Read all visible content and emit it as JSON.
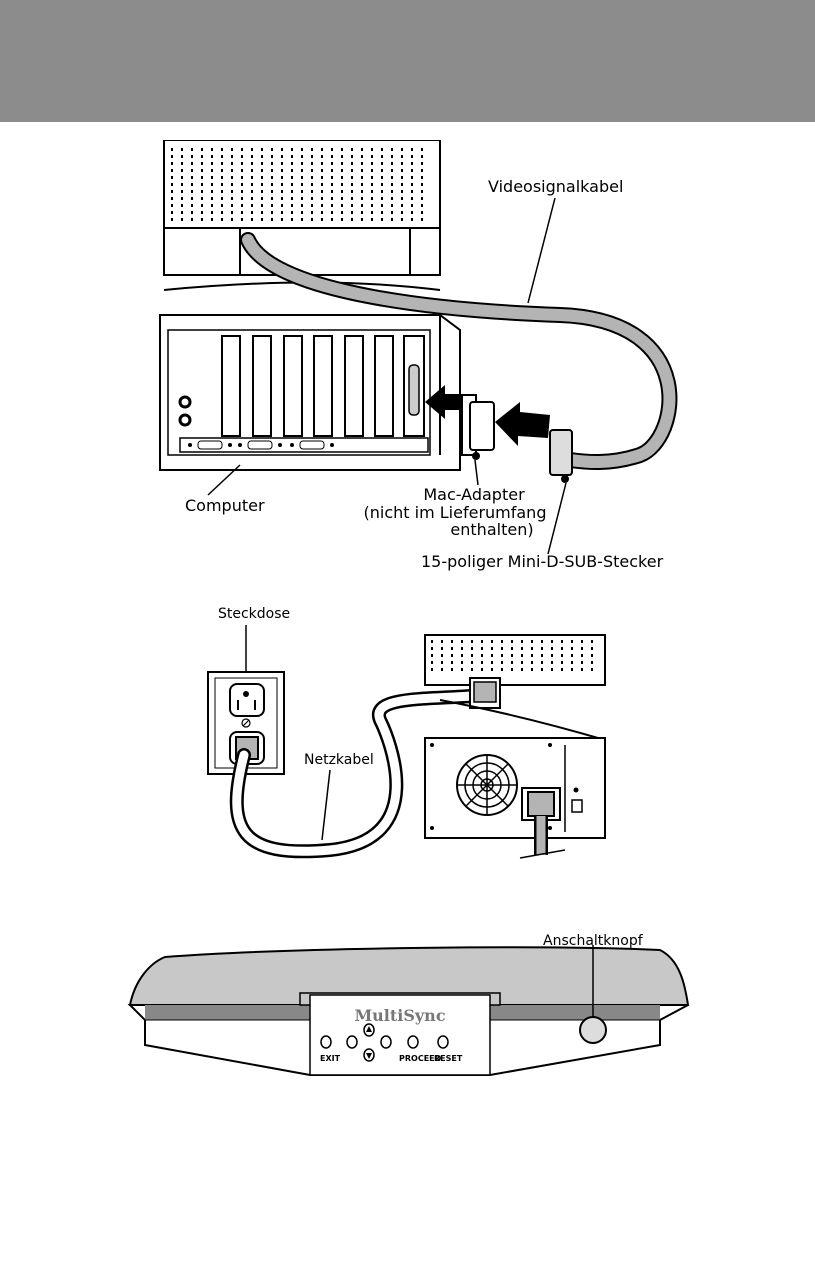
{
  "figure1": {
    "labels": {
      "video_cable": "Videosignalkabel",
      "computer": "Computer",
      "mac_adapter_line1": "Mac-Adapter",
      "mac_adapter_line2": "(nicht im Lieferumfang",
      "mac_adapter_line3": "enthalten)",
      "dsub_connector": "15-poliger Mini-D-SUB-Stecker"
    }
  },
  "figure2": {
    "labels": {
      "outlet": "Steckdose",
      "power_cable": "Netzkabel"
    }
  },
  "figure3": {
    "brand": "MultiSync",
    "buttons": {
      "exit": "EXIT",
      "proceed": "PROCEED",
      "reset": "RESET"
    },
    "labels": {
      "power_button": "Anschaltknopf"
    }
  },
  "colors": {
    "header_band": "#8c8c8c",
    "cable": "#b4b4b4",
    "monitor_bezel": "#c8c8c8"
  }
}
